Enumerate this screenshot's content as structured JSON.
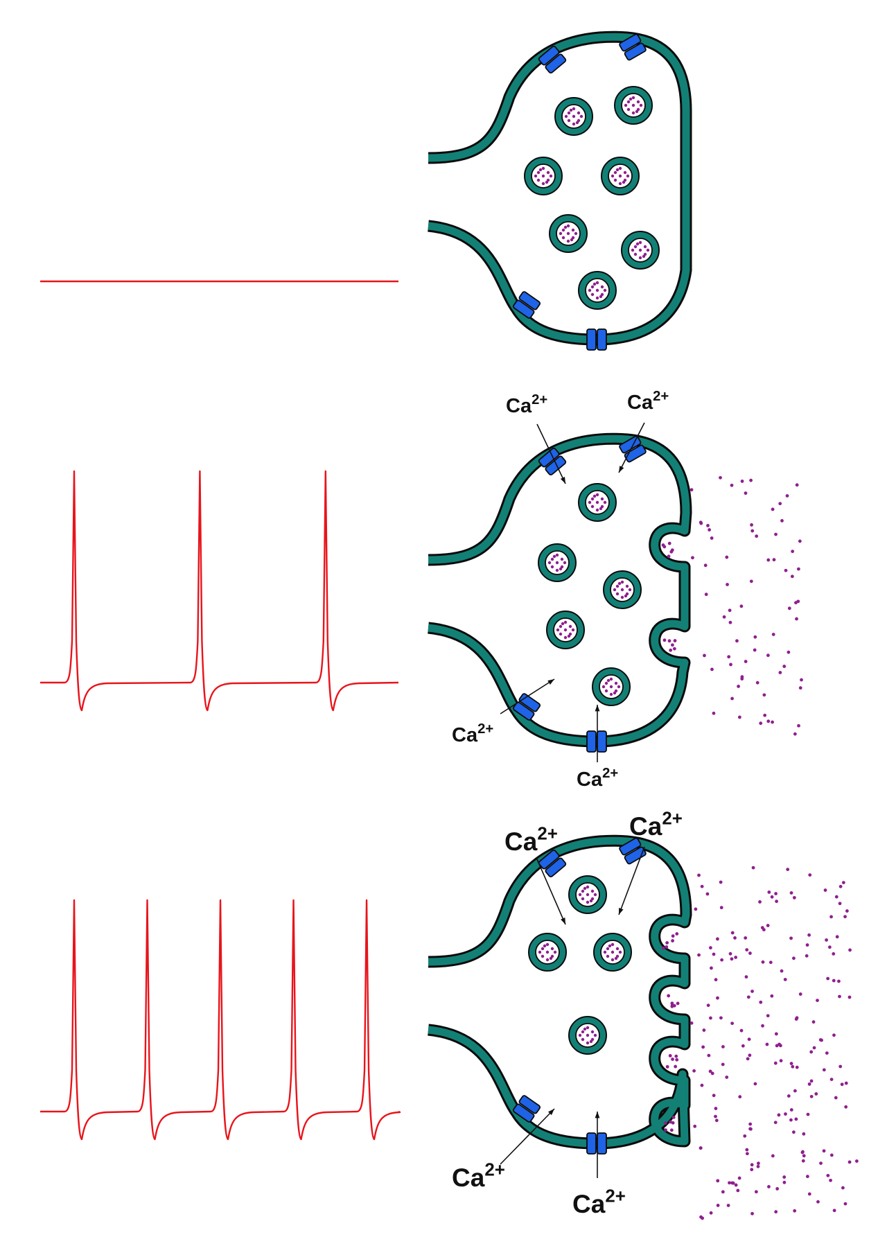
{
  "colors": {
    "trace": "#e8141b",
    "membrane": "#138076",
    "outline": "#0b0b0b",
    "channel": "#1f63e6",
    "neurotransmitter": "#8f1f8f",
    "background": "#ffffff"
  },
  "panels": [
    {
      "spike_count": 0,
      "vesicles_fusing": 0,
      "vesicles_inside": 7,
      "ion_label_top_left": "",
      "ion_label_top_right": "",
      "ion_label_bottom_left": "",
      "ion_label_bottom": ""
    },
    {
      "spike_count": 3,
      "vesicles_fusing": 2,
      "vesicles_inside": 5,
      "ion_label_top_left": "Ca2+",
      "ion_label_top_right": "Ca2+",
      "ion_label_bottom_left": "Ca2+",
      "ion_label_bottom": "Ca2+"
    },
    {
      "spike_count": 5,
      "vesicles_fusing": 4,
      "vesicles_inside": 4,
      "ion_label_top_left": "Ca2+",
      "ion_label_top_right": "Ca2+",
      "ion_label_bottom_left": "Ca2+",
      "ion_label_bottom": "Ca2+"
    }
  ],
  "ion": {
    "base": "Ca",
    "superscript": "2+"
  },
  "icons": {
    "channel": "calcium-channel-icon",
    "vesicle": "synaptic-vesicle-icon"
  }
}
